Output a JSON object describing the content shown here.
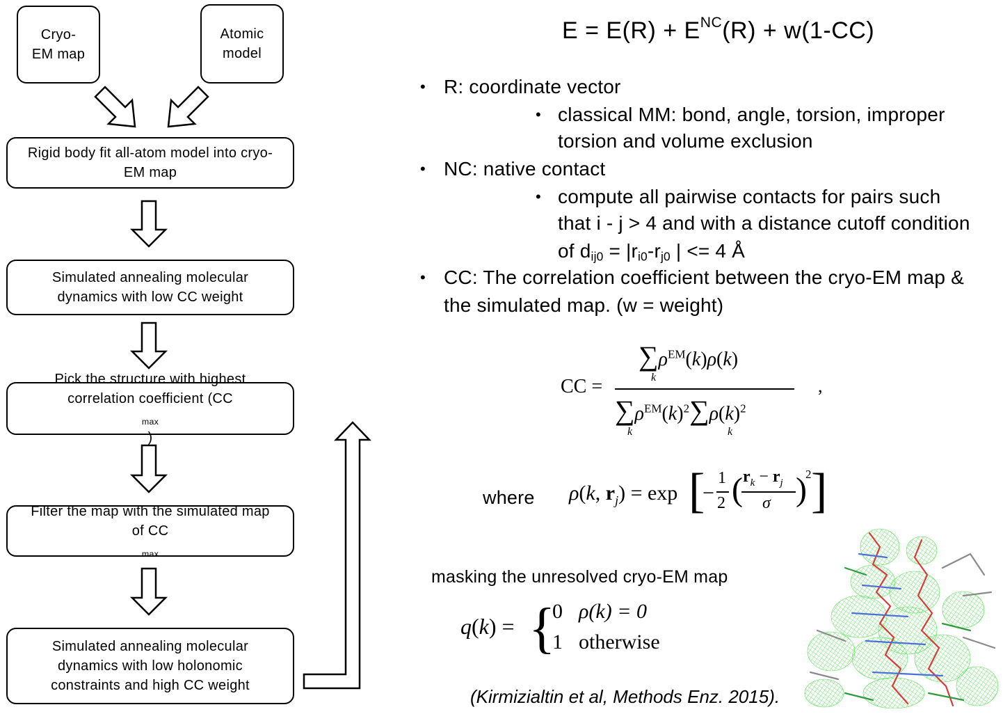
{
  "flow": {
    "input_map": [
      "Cryo-",
      "EM map"
    ],
    "input_model": [
      "Atomic",
      "model"
    ],
    "steps": [
      [
        "Rigid body fit all-atom model into cryo-",
        "EM map"
      ],
      [
        "Simulated annealing molecular",
        "dynamics with low CC weight"
      ],
      [
        "Pick the structure with highest",
        "correlation coefficient (CC",
        "max",
        ")"
      ],
      [
        "Filter the map with the simulated map",
        "of CC",
        "max"
      ],
      [
        "Simulated annealing molecular",
        "dynamics with low holonomic",
        "constraints and high CC weight"
      ]
    ]
  },
  "equation": {
    "lhs": "E = E(R) + E",
    "nc_sup": "NC",
    "rhs": "(R) + w(1-CC)"
  },
  "bullets": {
    "r": "R: coordinate vector",
    "r_sub_1": "classical MM: bond, angle, torsion, improper",
    "r_sub_2": "torsion and volume exclusion",
    "nc": "NC: native contact",
    "nc_sub_1": "compute all pairwise contacts for pairs such",
    "nc_sub_2": "that i - j > 4 and with a distance cutoff condition",
    "nc_sub_3a": "of d",
    "nc_sub_3b": "ij0",
    "nc_sub_3c": " = |r",
    "nc_sub_3d": "i0",
    "nc_sub_3e": "-r",
    "nc_sub_3f": "j0",
    "nc_sub_3g": " | <= 4 Å",
    "cc_1": "CC: The correlation coefficient between the cryo-EM map &",
    "cc_2": "the simulated map. (w = weight)"
  },
  "formulas": {
    "cc_label": "CC =",
    "where": "where",
    "masking": "masking the unresolved cryo-EM map",
    "q_zero": "0",
    "q_zero_cond": "ρ(k) = 0",
    "q_one": "1",
    "q_one_cond": "otherwise"
  },
  "citation": "(Kirmizialtin et al, Methods Enz. 2015).",
  "colors": {
    "mesh": "#3ddc3d",
    "stick_red": "#d93a3a",
    "stick_blue": "#4a6fd6",
    "stick_gray": "#8a8a8a"
  }
}
